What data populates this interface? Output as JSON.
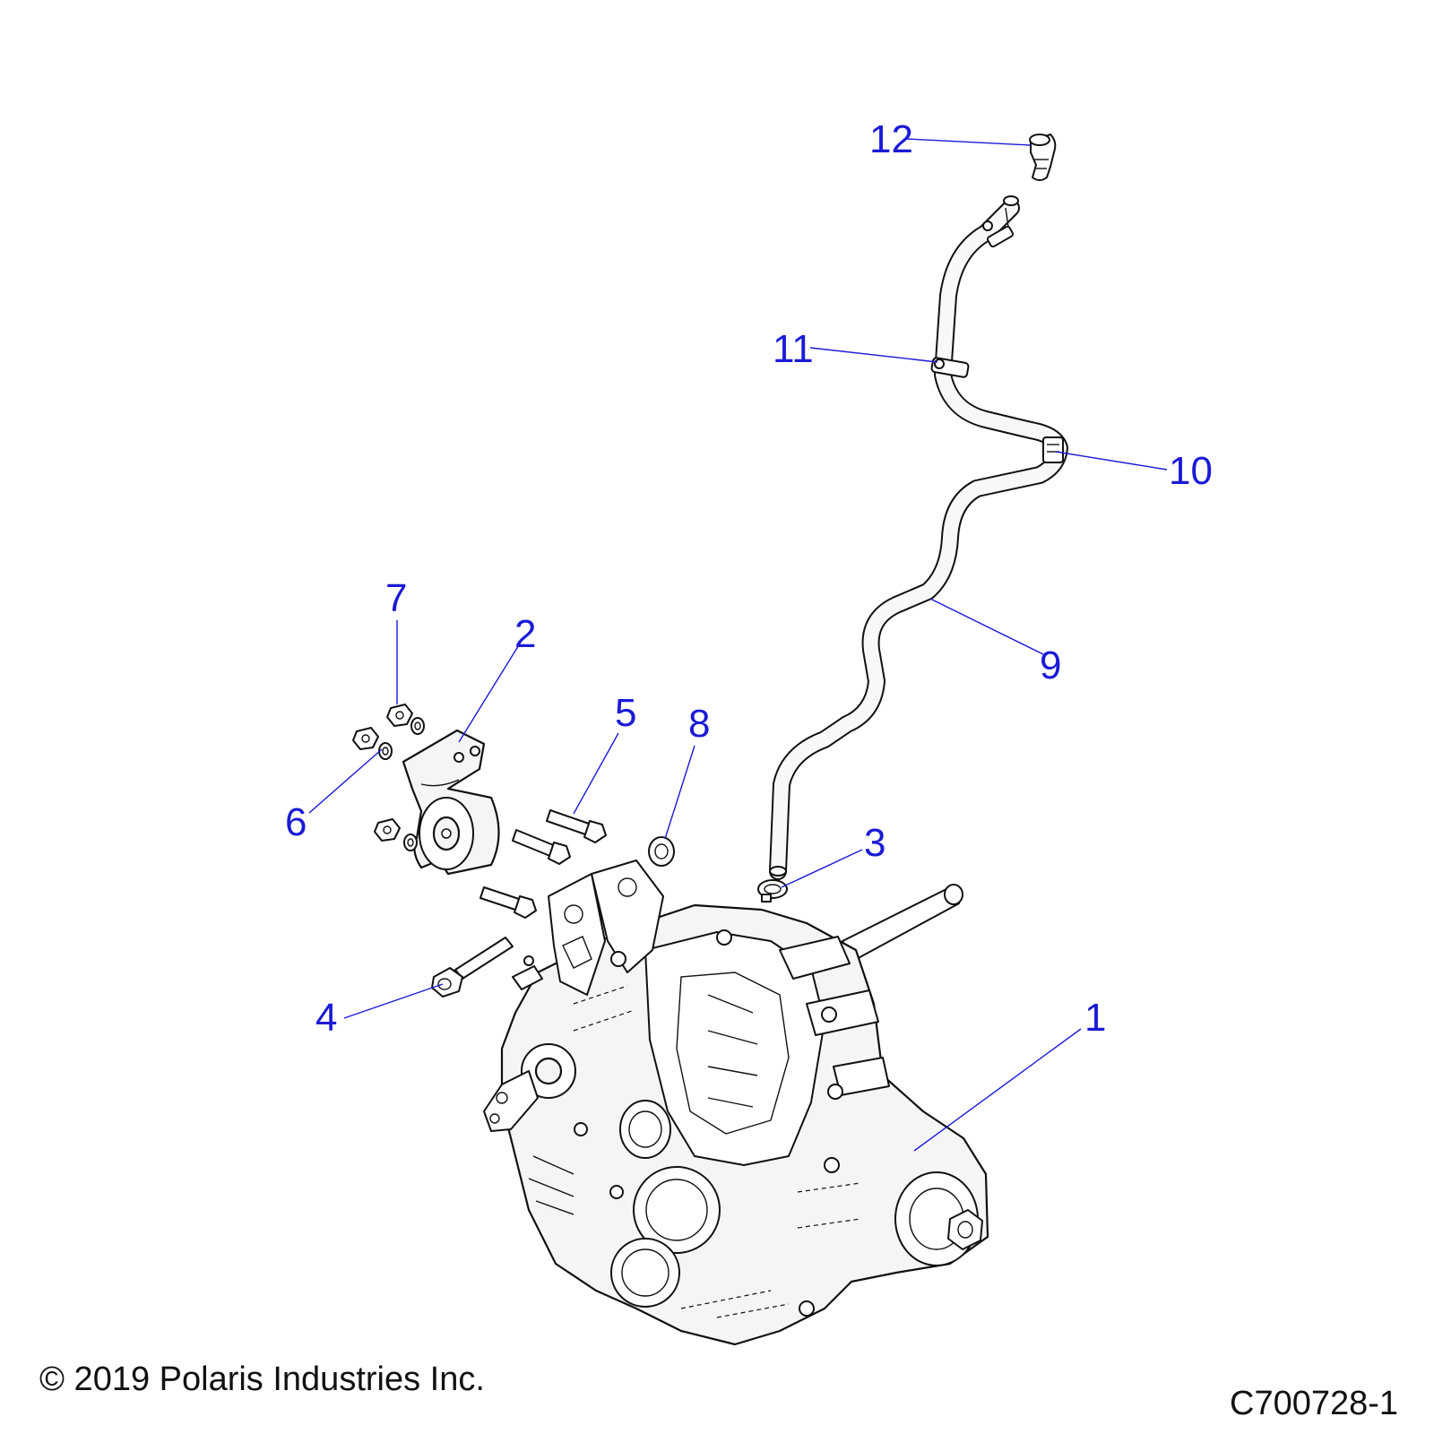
{
  "callouts": [
    {
      "id": "1",
      "label": "1"
    },
    {
      "id": "2",
      "label": "2"
    },
    {
      "id": "3",
      "label": "3"
    },
    {
      "id": "4",
      "label": "4"
    },
    {
      "id": "5",
      "label": "5"
    },
    {
      "id": "6",
      "label": "6"
    },
    {
      "id": "7",
      "label": "7"
    },
    {
      "id": "8",
      "label": "8"
    },
    {
      "id": "9",
      "label": "9"
    },
    {
      "id": "10",
      "label": "10"
    },
    {
      "id": "11",
      "label": "11"
    },
    {
      "id": "12",
      "label": "12"
    }
  ],
  "footer": {
    "copyright": "© 2019 Polaris Industries Inc.",
    "figure_id": "C700728-1"
  },
  "colors": {
    "callout": "#1a1ad6",
    "line_art": "#111111"
  }
}
